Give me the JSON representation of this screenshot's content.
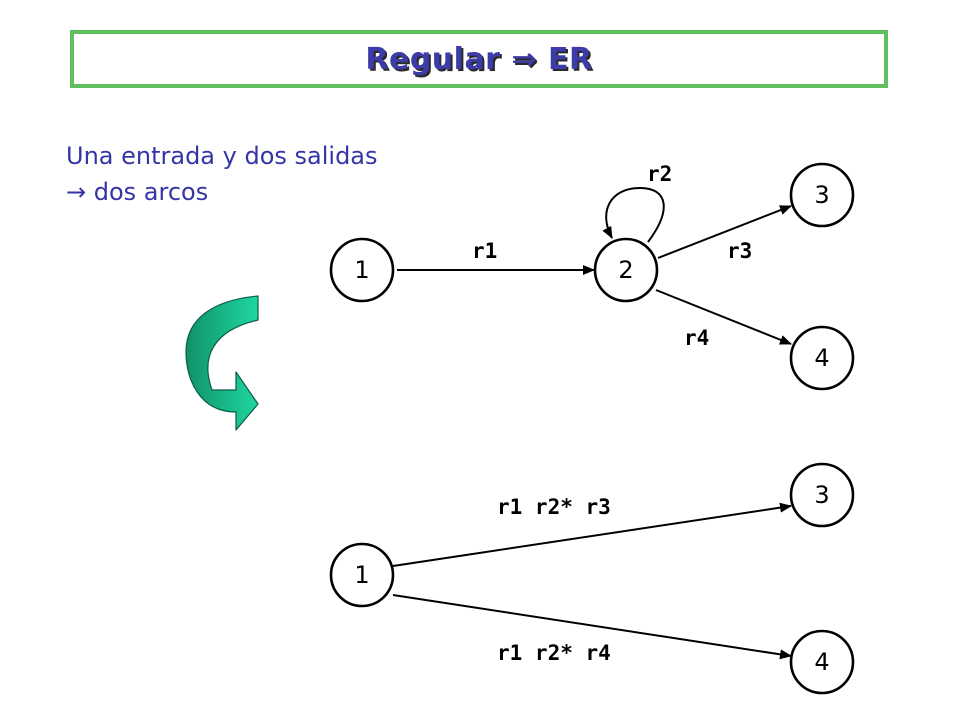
{
  "title": "Regular ⇒ ER",
  "subtitle": {
    "line1": "Una entrada y dos salidas",
    "line2": "→ dos arcos"
  },
  "colors": {
    "title_border": "#5fbf5f",
    "title_text": "#3c3ca8",
    "subtitle_text": "#3535a6",
    "arrow_dark": "#12906a",
    "arrow_light": "#20d6a0"
  },
  "top_diagram": {
    "nodes": [
      "1",
      "2",
      "3",
      "4"
    ],
    "edges": {
      "e12": "r1",
      "loop2": "r2",
      "e23": "r3",
      "e24": "r4"
    }
  },
  "bottom_diagram": {
    "nodes": [
      "1",
      "3",
      "4"
    ],
    "edges": {
      "e13": "r1 r2* r3",
      "e14": "r1 r2* r4"
    }
  },
  "transition_icon": "curved-down-arrow-icon"
}
